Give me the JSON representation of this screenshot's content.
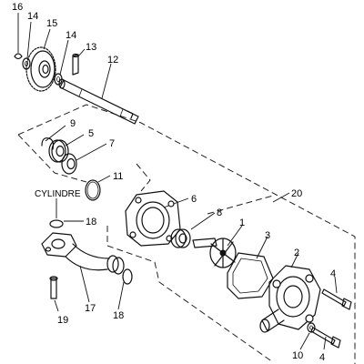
{
  "callouts": {
    "p1": "1",
    "p2": "2",
    "p3": "3",
    "p4a": "4",
    "p4b": "4",
    "p5": "5",
    "p6": "6",
    "p7": "7",
    "p8": "8",
    "p9": "9",
    "p10": "10",
    "p11": "11",
    "p12": "12",
    "p13": "13",
    "p14a": "14",
    "p14b": "14",
    "p15": "15",
    "p16": "16",
    "p17": "17",
    "p18a": "18",
    "p18b": "18",
    "p19": "19",
    "p20": "20"
  },
  "cylinder_label": "CYLINDRE"
}
